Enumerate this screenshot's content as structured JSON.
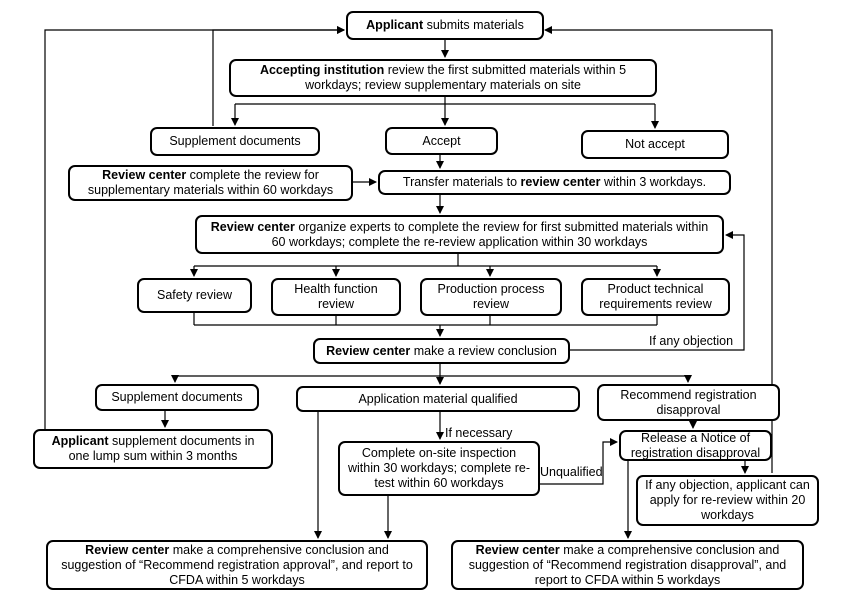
{
  "applicant_submits": {
    "bold": "Applicant",
    "rest": " submits materials"
  },
  "accepting": {
    "bold": "Accepting institution",
    "rest": " review  the first submitted materials within 5 workdays; review  supplementary materials on site"
  },
  "supplement_documents_top": "Supplement documents",
  "accept": "Accept",
  "not_accept": "Not accept",
  "review_center_supplementary": {
    "bold": "Review center",
    "rest": "  complete the review for supplementary materials within 60 workdays"
  },
  "transfer": {
    "pre": "Transfer  materials to ",
    "bold": "review center",
    "post": " within 3 workdays."
  },
  "review_center_organize": {
    "bold": "Review center",
    "rest": " organize experts to complete the review  for first submitted materials within 60 workdays; complete the re-review  application within 30 workdays"
  },
  "safety_review": "Safety review",
  "health_function_review": "Health function review",
  "production_process_review": "Production process review",
  "product_technical_review": "Product technical requirements review",
  "if_any_objection": "If any objection",
  "review_conclusion": {
    "bold": "Review center",
    "rest": " make a review conclusion"
  },
  "supplement_documents_mid": "Supplement documents",
  "application_qualified": "Application material qualified",
  "recommend_disapproval": "Recommend registration disapproval",
  "applicant_supplement": {
    "bold": "Applicant",
    "rest": " supplement documents in one lump sum within 3 months"
  },
  "if_necessary": "If necessary",
  "onsite_inspection": "Complete on-site inspection within 30 workdays; complete re-test within 60 workdays",
  "unqualified": "Unqualified",
  "release_notice": "Release a Notice of registration disapproval",
  "objection_rereview": "If any objection, applicant can apply for re-review  within 20 workdays",
  "comprehensive_approval": {
    "bold": "Review center",
    "rest": " make a comprehensive conclusion and suggestion of “Recommend registration approval”,  and report to CFDA within 5 workdays"
  },
  "comprehensive_disapproval": {
    "bold": "Review center",
    "rest": " make a comprehensive conclusion and suggestion of “Recommend registration disapproval”,  and report to CFDA within 5 workdays"
  }
}
